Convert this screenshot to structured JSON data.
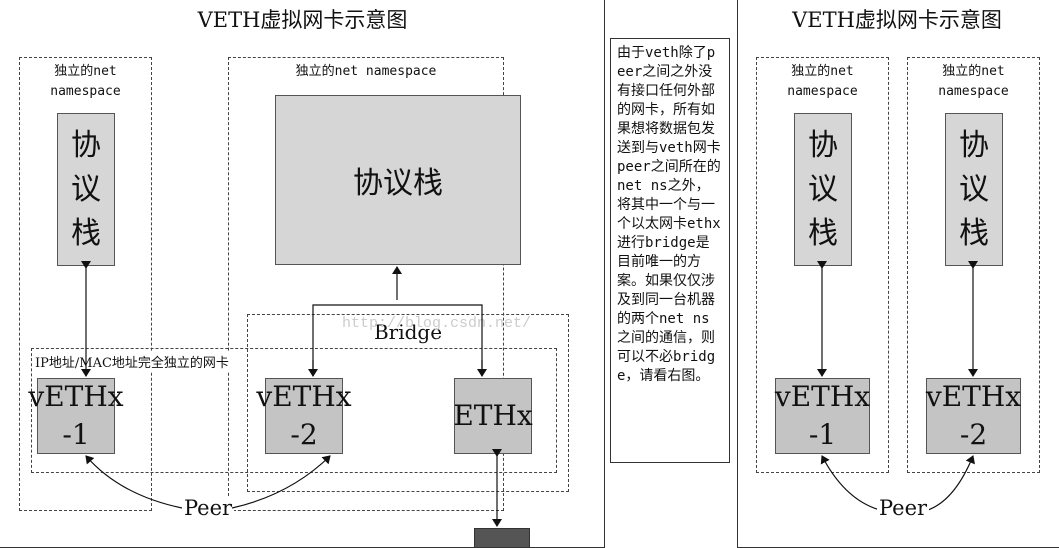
{
  "left_diagram": {
    "title": "VETH虚拟网卡示意图",
    "ns_left_label_1": "独立的net",
    "ns_left_label_2": "namespace",
    "ns_right_label": "独立的net namespace",
    "stack_small": [
      "协",
      "议",
      "栈"
    ],
    "stack_big": "协议栈",
    "nic_group_label": "IP地址/MAC地址完全独立的网卡",
    "bridge_label": "Bridge",
    "veth1": [
      "vETHx",
      "-1"
    ],
    "veth2": [
      "vETHx",
      "-2"
    ],
    "eth": "ETHx",
    "peer_label": "Peer"
  },
  "note": {
    "text": "由于veth除了peer之间之外没有接口任何外部的网卡，所有如果想将数据包发送到与veth网卡peer之间所在的net ns之外，将其中一个与一个以太网卡ethx进行bridge是目前唯一的方案。如果仅仅涉及到同一台机器的两个net ns之间的通信，则可以不必bridge，请看右图。"
  },
  "right_diagram": {
    "title": "VETH虚拟网卡示意图",
    "ns_label_1": "独立的net",
    "ns_label_2": "namespace",
    "stack_small": [
      "协",
      "议",
      "栈"
    ],
    "veth1": [
      "vETHx",
      "-1"
    ],
    "veth2": [
      "vETHx",
      "-2"
    ],
    "peer_label": "Peer"
  },
  "watermark": "http://blog.csdn.net/"
}
